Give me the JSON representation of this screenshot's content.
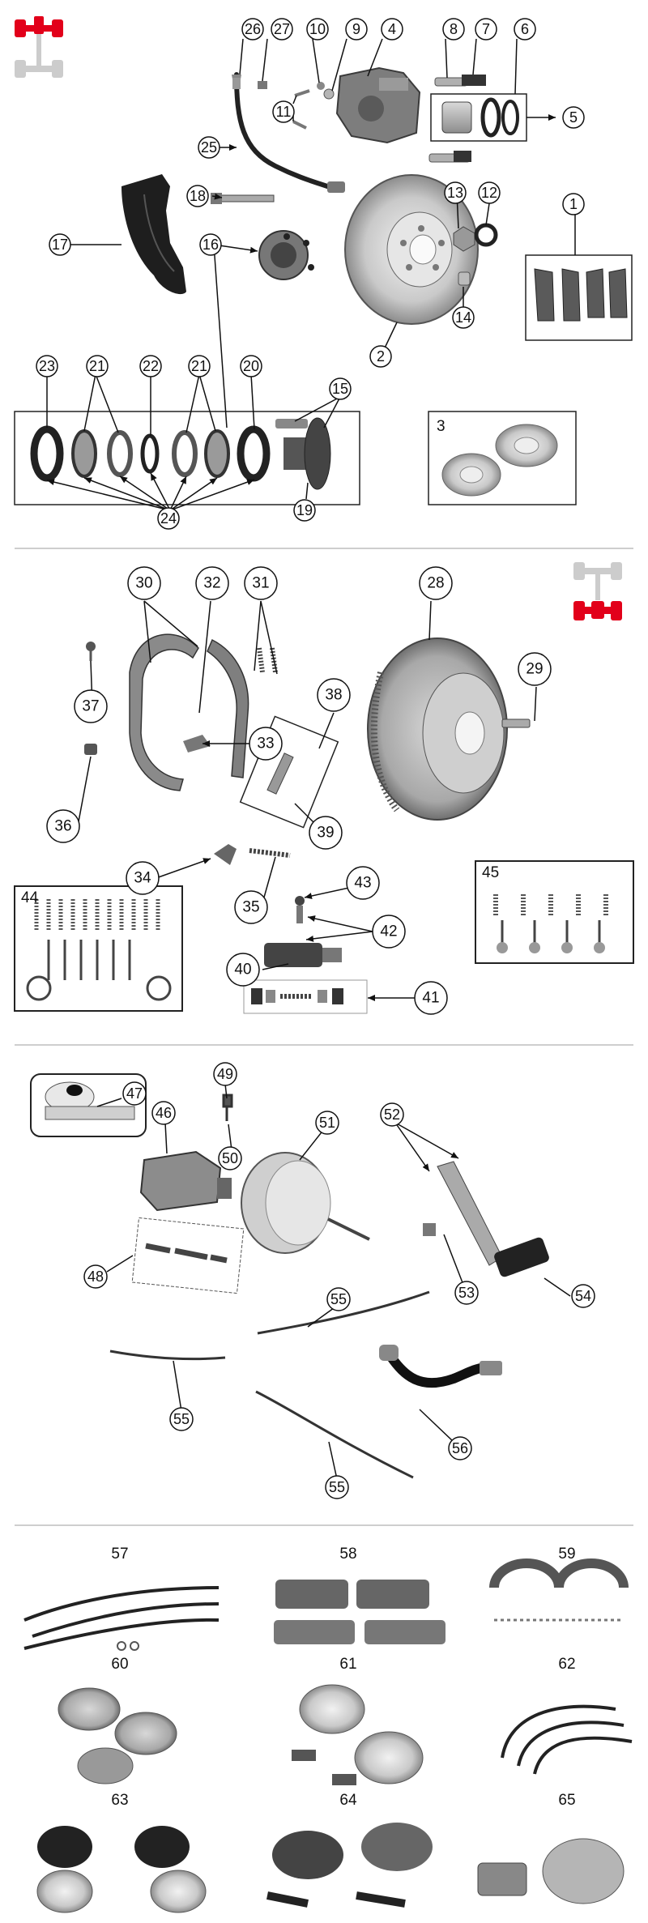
{
  "colors": {
    "accent": "#e2001a",
    "inactive": "#cccccc",
    "part_dark": "#2b2b2b",
    "part_metal": "#9a9a9a",
    "friction": "#8a8a8a",
    "divider": "#bdbdbd"
  },
  "section_icons": [
    {
      "name": "front-axle-icon",
      "highlight": "front"
    },
    {
      "name": "rear-axle-icon",
      "highlight": "rear"
    }
  ],
  "front_brake_callouts": [
    "26",
    "27",
    "10",
    "9",
    "4",
    "8",
    "7",
    "6",
    "5",
    "11",
    "25",
    "18",
    "17",
    "16",
    "13",
    "12",
    "14",
    "1",
    "2",
    "23",
    "21",
    "22",
    "21",
    "20",
    "15",
    "24",
    "19"
  ],
  "box_labels": {
    "rotor_kit": "3",
    "shoe_kit": "44",
    "hardware_kit": "45"
  },
  "rear_brake_callouts": [
    "30",
    "32",
    "31",
    "28",
    "29",
    "37",
    "33",
    "38",
    "36",
    "39",
    "34",
    "35",
    "43",
    "42",
    "40",
    "41"
  ],
  "hydraulic_callouts": [
    "47",
    "46",
    "49",
    "50",
    "51",
    "52",
    "48",
    "53",
    "54",
    "55",
    "55",
    "56",
    "55"
  ],
  "kits": [
    "57",
    "58",
    "59",
    "60",
    "61",
    "62",
    "63",
    "64",
    "65"
  ]
}
